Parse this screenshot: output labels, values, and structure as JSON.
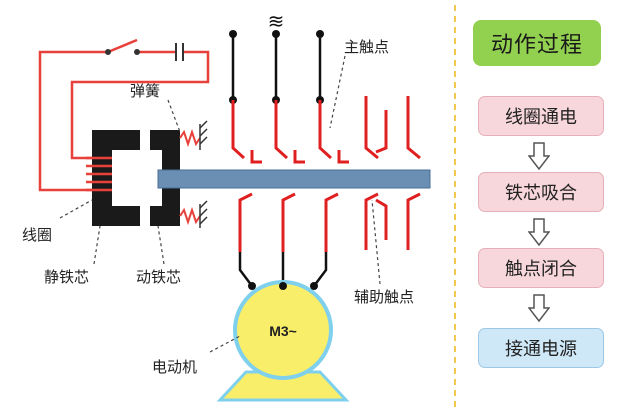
{
  "diagram": {
    "labels": {
      "main_contacts": "主触点",
      "spring": "弹簧",
      "coil": "线圈",
      "static_core": "静铁芯",
      "moving_core": "动铁芯",
      "aux_contacts": "辅助触点",
      "motor": "电动机",
      "motor_text": "M3~",
      "ac_symbol": "≋"
    },
    "colors": {
      "wire_red": "#e8403a",
      "contact_red": "#e02020",
      "core_dark": "#1a1a1a",
      "bar_blue": "#6b8fb3",
      "motor_fill": "#f8ee6a",
      "motor_stroke": "#7fd0ec",
      "guide_dashed": "#f2c94c"
    }
  },
  "process": {
    "title": "动作过程",
    "steps": [
      "线圈通电",
      "铁芯吸合",
      "触点闭合",
      "接通电源"
    ]
  }
}
